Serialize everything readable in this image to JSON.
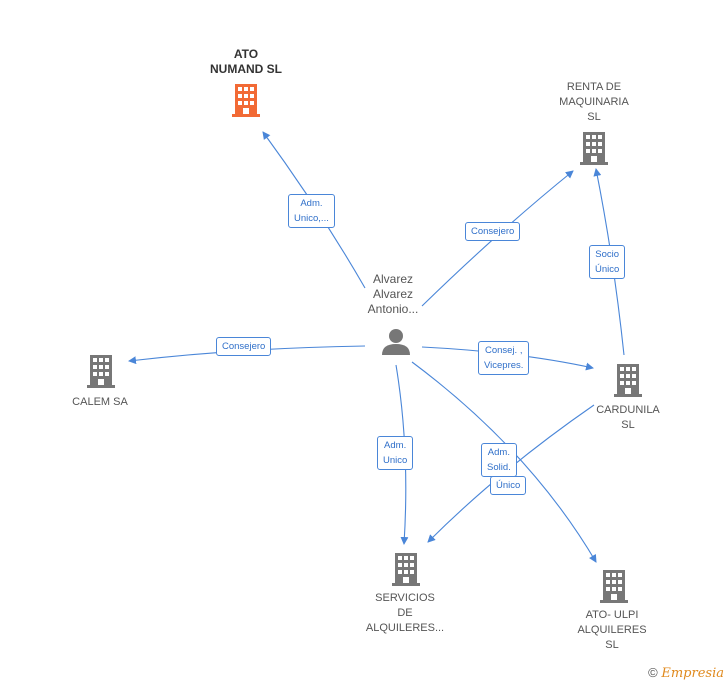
{
  "nodes": {
    "ato_numand": {
      "label": "ATO\nNUMAND  SL",
      "icon": "building-icon",
      "color": "#f26a35"
    },
    "renta": {
      "label": "RENTA DE\nMAQUINARIA\nSL",
      "icon": "building-icon",
      "color": "#777777"
    },
    "person": {
      "label": "Alvarez\nAlvarez\nAntonio...",
      "icon": "person-icon",
      "color": "#777777"
    },
    "calem": {
      "label": "CALEM SA",
      "icon": "building-icon",
      "color": "#777777"
    },
    "cardunila": {
      "label": "CARDUNILA\nSL",
      "icon": "building-icon",
      "color": "#777777"
    },
    "servicios": {
      "label": "SERVICIOS\nDE\nALQUILERES...",
      "icon": "building-icon",
      "color": "#777777"
    },
    "ato_ulpi": {
      "label": "ATO- ULPI\nALQUILERES\nSL",
      "icon": "building-icon",
      "color": "#777777"
    }
  },
  "edges": {
    "e1": "Adm.\nUnico,...",
    "e2": "Consejero",
    "e3": "Socio\nÚnico",
    "e4": "Consejero",
    "e5": "Consej. ,\nVicepres.",
    "e6": "Adm.\nUnico",
    "e7": "Único",
    "e8": "Adm.\nSolid."
  },
  "colors": {
    "edge": "#4a86d8",
    "accent": "#f26a35"
  },
  "footer": {
    "copyright": "©",
    "brand": "Empresia"
  }
}
